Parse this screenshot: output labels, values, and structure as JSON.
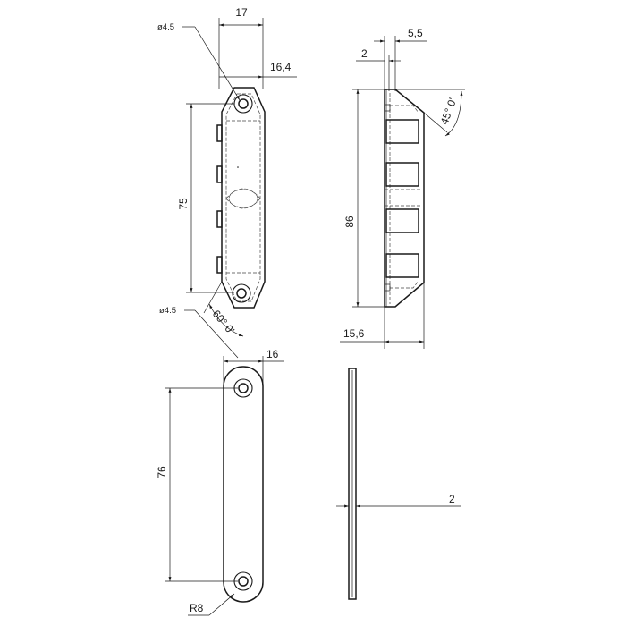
{
  "top_front_view": {
    "width_dim": "17",
    "offset_dim": "16,4",
    "hole_dim_top": "ø4.5",
    "height_dim": "75",
    "chamfer_angle": "60° 0'",
    "hole_dim_bottom": "ø4.5"
  },
  "side_view": {
    "step_dim": "5,5",
    "thickness_dim": "2",
    "chamfer_angle": "45° 0'",
    "height_dim": "86",
    "depth_dim": "15,6"
  },
  "plate_front_view": {
    "width_dim": "16",
    "height_dim": "76",
    "radius_dim": "R8"
  },
  "plate_side_view": {
    "thickness_dim": "2"
  }
}
